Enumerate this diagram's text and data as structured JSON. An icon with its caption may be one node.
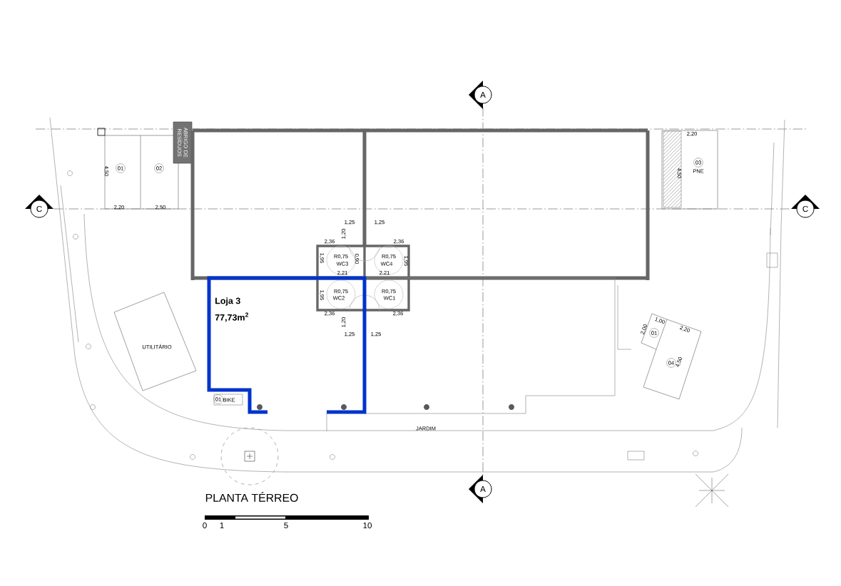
{
  "diagram": {
    "title": "PLANTA TÉRREO",
    "labels": [
      "A",
      "2,20",
      "ABRIGO DE RESÍDUOS",
      "4,50",
      "01",
      "02",
      "2,20",
      "2,50",
      "4,50",
      "03",
      "PNE",
      "C",
      "C",
      "1,25",
      "1,25",
      "1,20",
      "2,36",
      "2,36",
      "1,95",
      "R0,75",
      "WC3",
      "0,90",
      "R0,75",
      "WC4",
      "1,95",
      "2,21",
      "2,21",
      "1,95",
      "R0,75",
      "WC2",
      "R0,75",
      "WC1",
      "2,36",
      "2,36",
      "1,20",
      "1,25",
      "1,25",
      "Loja 3",
      "77,73m$^{2}$",
      "UTILITÁRIO",
      "2,00",
      "1,00",
      "2,20",
      "01",
      "04",
      "4,50",
      "01",
      "BIKE",
      "JARDIM",
      "A",
      "0",
      "1",
      "5",
      "10"
    ]
  }
}
